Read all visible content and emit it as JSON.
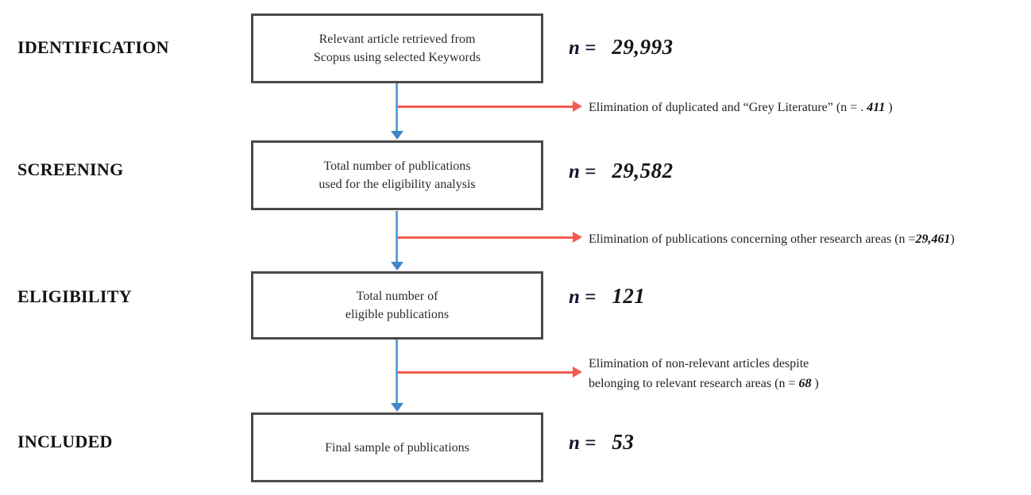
{
  "stages": [
    {
      "label": "IDENTIFICATION"
    },
    {
      "label": "SCREENING"
    },
    {
      "label": "ELIGIBILITY"
    },
    {
      "label": "INCLUDED"
    }
  ],
  "boxes": [
    {
      "text": "Relevant article retrieved from\nScopus using selected Keywords",
      "n_prefix": "n =",
      "n_value": "29,993"
    },
    {
      "text": "Total number of publications\nused for the eligibility analysis",
      "n_prefix": "n =",
      "n_value": "29,582"
    },
    {
      "text": "Total number of\neligible publications",
      "n_prefix": "n =",
      "n_value": "121"
    },
    {
      "text": "Final sample of publications",
      "n_prefix": "n =",
      "n_value": "53"
    }
  ],
  "eliminations": [
    {
      "prefix": "Elimination of duplicated and “Grey Literature” (n = . ",
      "value": "411",
      "suffix": " )"
    },
    {
      "prefix": "Elimination of publications concerning other research areas (n =",
      "value": "29,461",
      "suffix": ")"
    },
    {
      "line1": "Elimination of non-relevant articles despite",
      "line2_prefix": "belonging to relevant research areas (n = ",
      "value": "68",
      "suffix": " )"
    }
  ],
  "colors": {
    "arrow_blue": "#5ba3e0",
    "arrow_blue_dark": "#3f87c9",
    "arrow_red": "#f25c52",
    "box_border": "#4a4a4a",
    "text": "#1c1c1c"
  }
}
